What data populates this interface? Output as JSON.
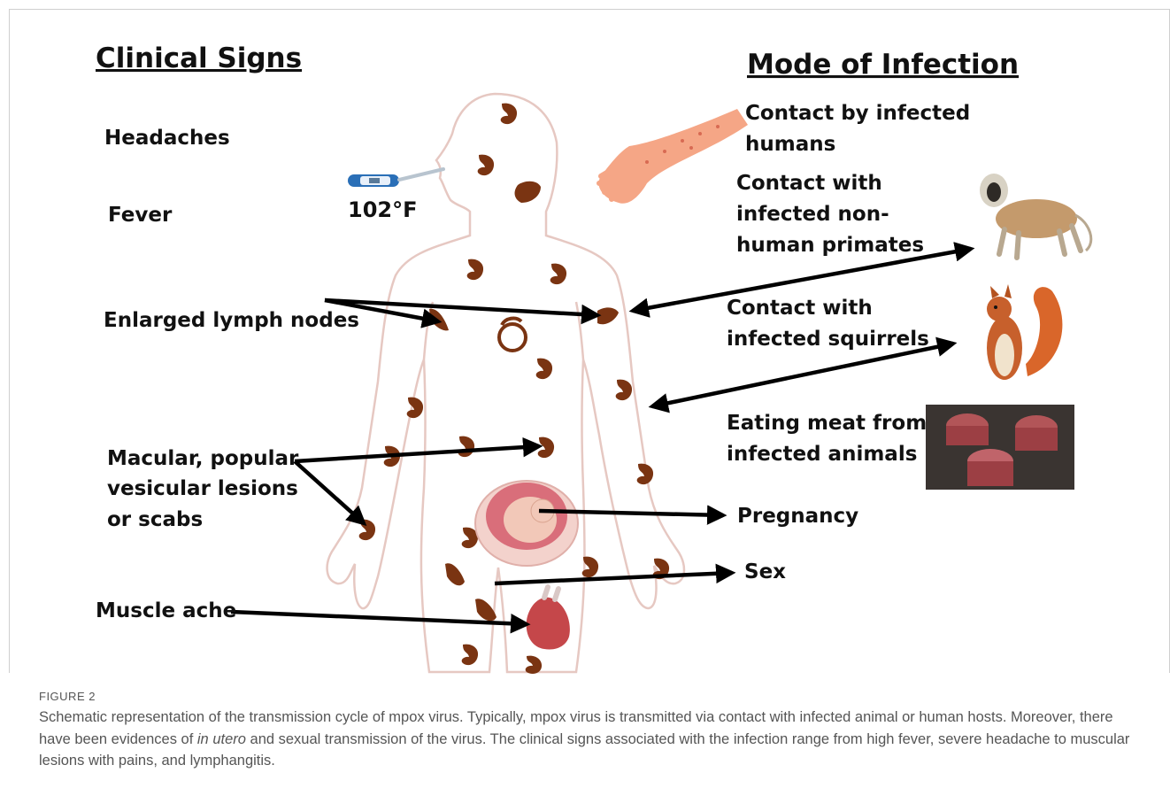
{
  "clinical_signs": {
    "heading": "Clinical Signs",
    "items": {
      "headaches": "Headaches",
      "fever": "Fever",
      "lymph": "Enlarged lymph nodes",
      "lesions": [
        "Macular, popular",
        "vesicular lesions",
        "or scabs"
      ],
      "muscle": "Muscle ache"
    },
    "temperature": "102°F"
  },
  "mode_of_infection": {
    "heading": "Mode of Infection",
    "humans": [
      "Contact by infected",
      "humans"
    ],
    "primates": [
      "Contact with",
      "infected non-",
      "human primates"
    ],
    "squirrels": [
      "Contact with",
      "infected squirrels"
    ],
    "meat": [
      "Eating meat from",
      "infected animals"
    ],
    "pregnancy": "Pregnancy",
    "sex": "Sex"
  },
  "colors": {
    "lesion": "#7a3412",
    "body_outline": "#e6c8c2",
    "arrow": "#000000"
  },
  "caption": {
    "figure_label": "FIGURE 2",
    "text_before_italic": "Schematic representation of the transmission cycle of mpox virus. Typically, mpox virus is transmitted via contact with infected animal or human hosts. Moreover, there have been evidences of ",
    "italic": "in utero",
    "text_after_italic": " and sexual transmission of the virus. The clinical signs associated with the infection range from high fever, severe headache to muscular lesions with pains, and lymphangitis."
  }
}
